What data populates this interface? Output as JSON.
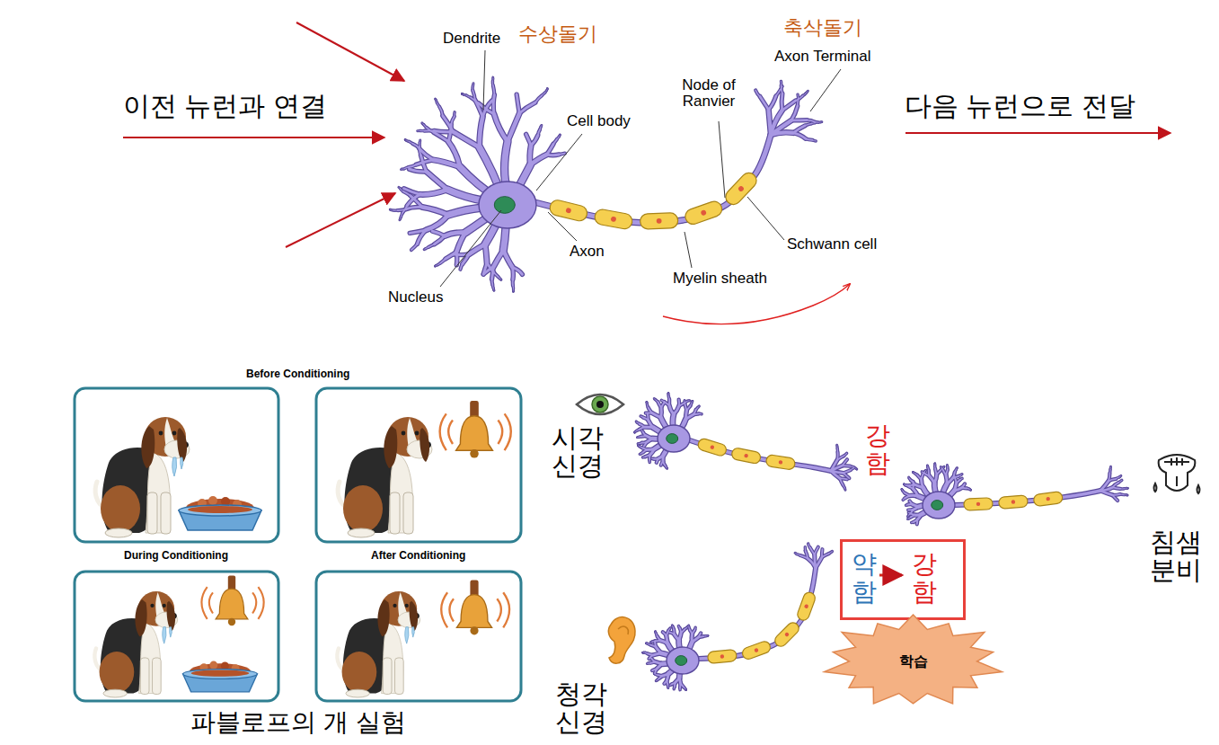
{
  "diagram": {
    "nodes": [
      {
        "text": [
          "약함",
          "강함"
        ]
      },
      {
        "text": [
          "학습"
        ]
      }
    ],
    "labels": [
      "Dendrite",
      "수상돌기",
      "축삭돌기",
      "Axon Terminal",
      "이전 뉴런과 연결",
      "Node of Ranvier",
      "Cell body",
      "다음 뉴런으로 전달",
      "Axon",
      "Schwann cell",
      "Nucleus",
      "Myelin sheath",
      "Before Conditioning",
      "During Conditioning",
      "After Conditioning",
      "파블로프의 개 실험",
      "시각 신경",
      "강함",
      "침샘 분비",
      "청각 신경"
    ]
  }
}
